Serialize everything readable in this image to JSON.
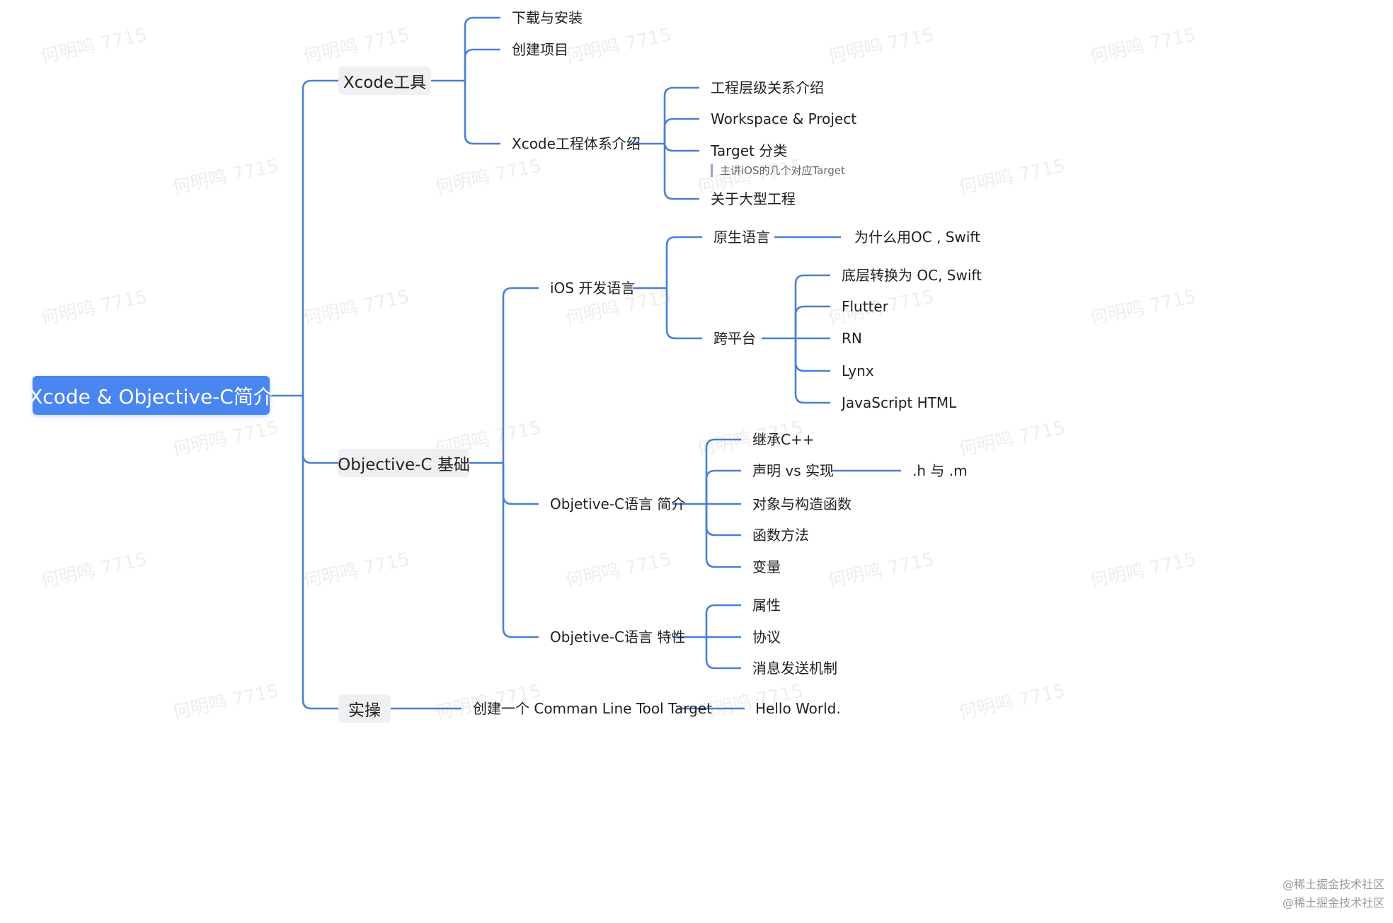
{
  "watermark": "何明鸣 7715",
  "credit": [
    "@稀土掘金技术社区",
    "@稀土掘金技术社区"
  ],
  "colors": {
    "edge": "#4a7fd6",
    "root_bg": "#4a86f0",
    "branch_bg": "#eff0f2"
  },
  "mindmap": {
    "root": "Xcode & Objective-C简介",
    "branches": [
      {
        "label": "Xcode工具",
        "children": [
          {
            "label": "下载与安装"
          },
          {
            "label": "创建项目"
          },
          {
            "label": "Xcode工程体系介绍",
            "children": [
              {
                "label": "工程层级关系介绍"
              },
              {
                "label": "Workspace & Project"
              },
              {
                "label": "Target 分类",
                "note": "主讲iOS的几个对应Target"
              },
              {
                "label": "关于大型工程"
              }
            ]
          }
        ]
      },
      {
        "label": "Objective-C 基础",
        "children": [
          {
            "label": "iOS 开发语言",
            "children": [
              {
                "label": "原生语言",
                "children": [
                  {
                    "label": "为什么用OC , Swift"
                  }
                ]
              },
              {
                "label": "跨平台",
                "children": [
                  {
                    "label": "底层转换为 OC, Swift"
                  },
                  {
                    "label": "Flutter"
                  },
                  {
                    "label": "RN"
                  },
                  {
                    "label": "Lynx"
                  },
                  {
                    "label": "JavaScript HTML"
                  }
                ]
              }
            ]
          },
          {
            "label": "Objetive-C语言 简介",
            "children": [
              {
                "label": "继承C++"
              },
              {
                "label": "声明 vs 实现",
                "children": [
                  {
                    "label": ".h 与 .m"
                  }
                ]
              },
              {
                "label": "对象与构造函数"
              },
              {
                "label": "函数方法"
              },
              {
                "label": "变量"
              }
            ]
          },
          {
            "label": "Objetive-C语言 特性",
            "children": [
              {
                "label": "属性"
              },
              {
                "label": "协议"
              },
              {
                "label": "消息发送机制"
              }
            ]
          }
        ]
      },
      {
        "label": "实操",
        "children": [
          {
            "label": "创建一个 Comman Line Tool Target",
            "children": [
              {
                "label": "Hello World."
              }
            ]
          }
        ]
      }
    ]
  }
}
